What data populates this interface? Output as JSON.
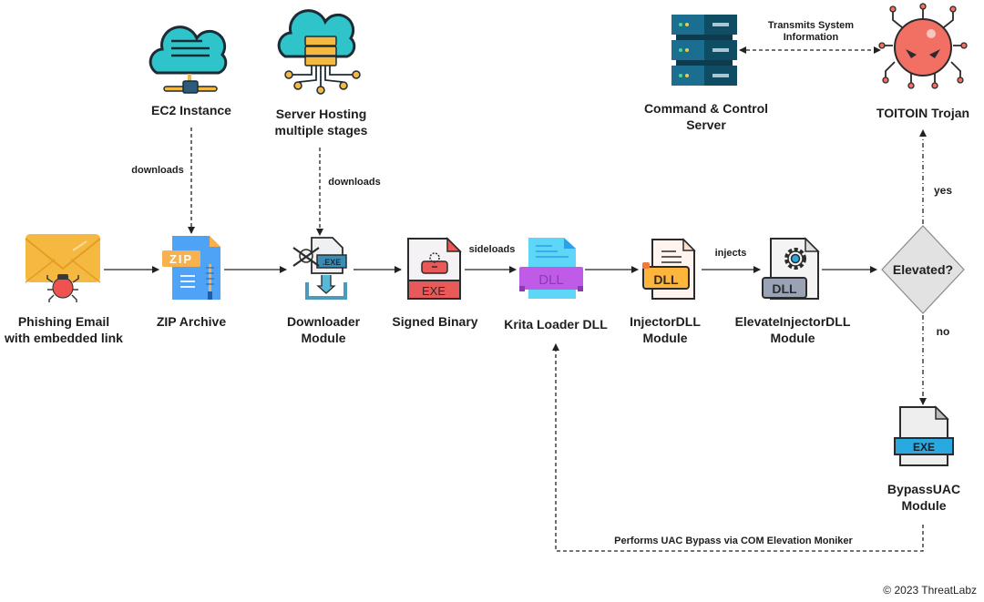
{
  "nodes": {
    "phishing": "Phishing Email\nwith embedded link",
    "zip": "ZIP Archive",
    "ec2": "EC2 Instance",
    "server_hosting": "Server Hosting\nmultiple stages",
    "downloader": "Downloader\nModule",
    "signed_binary": "Signed Binary",
    "krita": "Krita Loader DLL",
    "injector": "InjectorDLL\nModule",
    "elevate_injector": "ElevateInjectorDLL\nModule",
    "decision": "Elevated?",
    "c2": "Command & Control\nServer",
    "trojan": "TOITOIN Trojan",
    "bypass": "BypassUAC\nModule"
  },
  "icon_text": {
    "zip": "ZIP",
    "exe_downloader": ".EXE",
    "exe_signed": "EXE",
    "dll_krita": "DLL",
    "dll_injector": "DLL",
    "dll_elevate": "DLL",
    "exe_bypass": "EXE"
  },
  "edges": {
    "downloads_ec2": "downloads",
    "downloads_server": "downloads",
    "sideloads": "sideloads",
    "injects": "injects",
    "yes": "yes",
    "no": "no",
    "transmits": "Transmits System\nInformation",
    "uac_bypass": "Performs UAC Bypass via COM Elevation Moniker"
  },
  "footer": {
    "copyright": "© 2023 ThreatLabz"
  },
  "colors": {
    "arrow": "#222222",
    "envelope": "#F5B942",
    "bug": "#EF5350",
    "zip_blue": "#4FA3F7",
    "cloud": "#2EC4C9",
    "exe_red": "#E85A5A",
    "dll_purple": "#C05BE8",
    "dll_cyan": "#5ED6F7",
    "dll_orange": "#FDB53C",
    "gear_blue": "#2AA8E0",
    "decision_fill": "#E2E2E2",
    "server_dark": "#0E4D64",
    "trojan": "#F26F63",
    "bypass_blue": "#2AA8E0"
  }
}
